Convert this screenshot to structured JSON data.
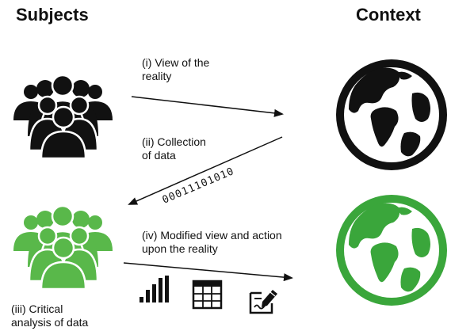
{
  "headings": {
    "subjects": "Subjects",
    "context": "Context"
  },
  "steps": {
    "view": {
      "line1": "(i) View of the",
      "line2": "reality"
    },
    "collection": {
      "line1": "(ii) Collection",
      "line2": "of data"
    },
    "binary": "00011101010",
    "analysis": {
      "line1": "(iii) Critical",
      "line2": "analysis of data"
    },
    "modified": {
      "line1": "(iv) Modified view and action",
      "line2": "upon the reality"
    }
  },
  "colors": {
    "black": "#111111",
    "green": "#59b84a",
    "earth_green": "#3aa63b"
  },
  "icons": [
    "people-group-icon",
    "globe-icon",
    "bar-chart-icon",
    "table-icon",
    "edit-document-icon"
  ]
}
